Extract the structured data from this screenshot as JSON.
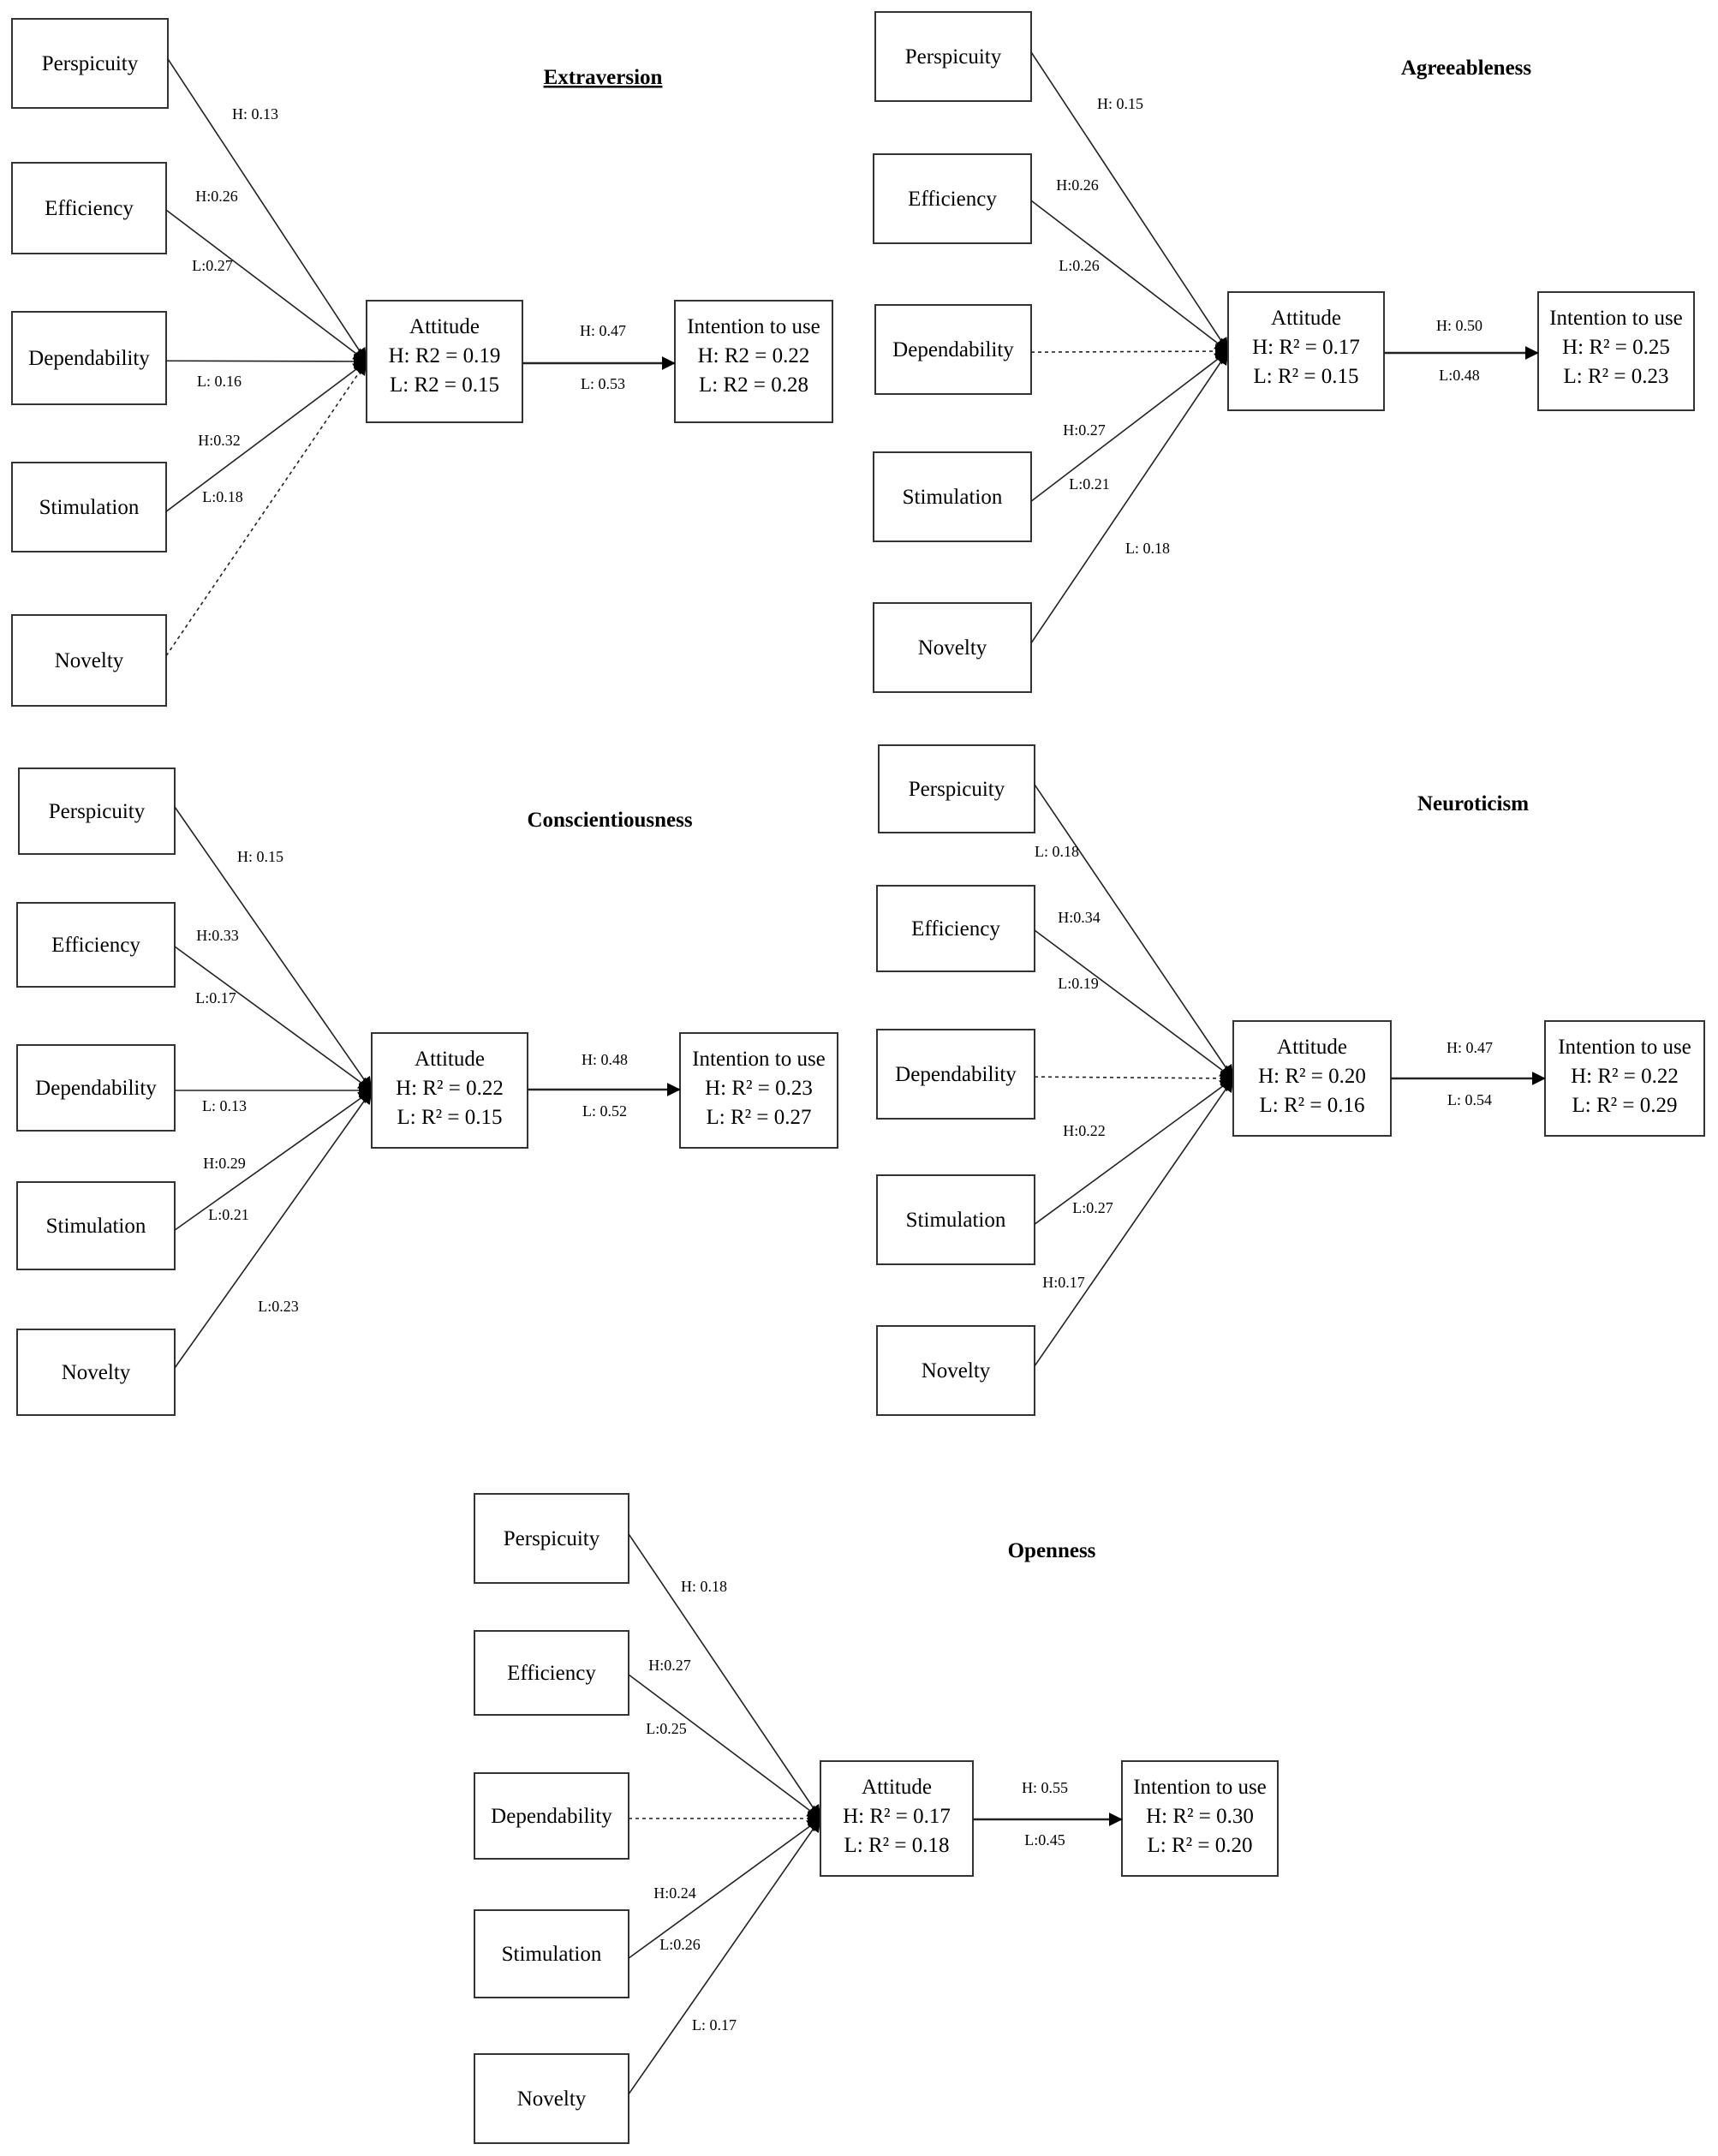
{
  "panels": [
    {
      "title": "Extraversion",
      "predictors": [
        "Perspicuity",
        "Efficiency",
        "Dependability",
        "Stimulation",
        "Novelty"
      ],
      "attitude": {
        "label": "Attitude",
        "h": "H: R2 = 0.19",
        "l": "L: R2 = 0.15"
      },
      "intention": {
        "label": "Intention to use",
        "h": "H: R2 = 0.22",
        "l": "L: R2 = 0.28"
      },
      "edges": [
        {
          "from": "Perspicuity",
          "labels": [
            "H: 0.13"
          ],
          "significant": true
        },
        {
          "from": "Efficiency",
          "labels": [
            "H:0.26",
            "L:0.27"
          ],
          "significant": true
        },
        {
          "from": "Dependability",
          "labels": [
            "L: 0.16"
          ],
          "significant": true
        },
        {
          "from": "Stimulation",
          "labels": [
            "H:0.32",
            "L:0.18"
          ],
          "significant": true
        },
        {
          "from": "Novelty",
          "labels": [],
          "significant": false
        }
      ],
      "attitude_to_intention": [
        "H: 0.47",
        "L: 0.53"
      ]
    },
    {
      "title": "Agreeableness",
      "predictors": [
        "Perspicuity",
        "Efficiency",
        "Dependability",
        "Stimulation",
        "Novelty"
      ],
      "attitude": {
        "label": "Attitude",
        "h": "H: R² = 0.17",
        "l": "L: R² = 0.15"
      },
      "intention": {
        "label": "Intention to use",
        "h": "H: R² = 0.25",
        "l": "L: R² = 0.23"
      },
      "edges": [
        {
          "from": "Perspicuity",
          "labels": [
            "H: 0.15"
          ],
          "significant": true
        },
        {
          "from": "Efficiency",
          "labels": [
            "H:0.26",
            "L:0.26"
          ],
          "significant": true
        },
        {
          "from": "Dependability",
          "labels": [],
          "significant": false
        },
        {
          "from": "Stimulation",
          "labels": [
            "H:0.27",
            "L:0.21"
          ],
          "significant": true
        },
        {
          "from": "Novelty",
          "labels": [
            "L: 0.18"
          ],
          "significant": true
        }
      ],
      "attitude_to_intention": [
        "H: 0.50",
        "L:0.48"
      ]
    },
    {
      "title": "Conscientiousness",
      "predictors": [
        "Perspicuity",
        "Efficiency",
        "Dependability",
        "Stimulation",
        "Novelty"
      ],
      "attitude": {
        "label": "Attitude",
        "h": "H: R² = 0.22",
        "l": "L: R² = 0.15"
      },
      "intention": {
        "label": "Intention to use",
        "h": "H: R² = 0.23",
        "l": "L: R² = 0.27"
      },
      "edges": [
        {
          "from": "Perspicuity",
          "labels": [
            "H: 0.15"
          ],
          "significant": true
        },
        {
          "from": "Efficiency",
          "labels": [
            "H:0.33",
            "L:0.17"
          ],
          "significant": true
        },
        {
          "from": "Dependability",
          "labels": [
            "L: 0.13"
          ],
          "significant": true
        },
        {
          "from": "Stimulation",
          "labels": [
            "H:0.29",
            "L:0.21"
          ],
          "significant": true
        },
        {
          "from": "Novelty",
          "labels": [
            "L:0.23"
          ],
          "significant": true
        }
      ],
      "attitude_to_intention": [
        "H: 0.48",
        "L: 0.52"
      ]
    },
    {
      "title": "Neuroticism",
      "predictors": [
        "Perspicuity",
        "Efficiency",
        "Dependability",
        "Stimulation",
        "Novelty"
      ],
      "attitude": {
        "label": "Attitude",
        "h": "H: R² = 0.20",
        "l": "L: R² = 0.16"
      },
      "intention": {
        "label": "Intention to use",
        "h": "H: R² = 0.22",
        "l": "L: R² = 0.29"
      },
      "edges": [
        {
          "from": "Perspicuity",
          "labels": [
            "L: 0.18"
          ],
          "significant": true
        },
        {
          "from": "Efficiency",
          "labels": [
            "H:0.34",
            "L:0.19"
          ],
          "significant": true
        },
        {
          "from": "Dependability",
          "labels": [],
          "significant": false
        },
        {
          "from": "Stimulation",
          "labels": [
            "H:0.22",
            "L:0.27"
          ],
          "significant": true
        },
        {
          "from": "Novelty",
          "labels": [
            "H:0.17"
          ],
          "significant": true
        }
      ],
      "attitude_to_intention": [
        "H: 0.47",
        "L: 0.54"
      ]
    },
    {
      "title": "Openness",
      "predictors": [
        "Perspicuity",
        "Efficiency",
        "Dependability",
        "Stimulation",
        "Novelty"
      ],
      "attitude": {
        "label": "Attitude",
        "h": "H: R² = 0.17",
        "l": "L: R² = 0.18"
      },
      "intention": {
        "label": "Intention to use",
        "h": "H: R² = 0.30",
        "l": "L: R² = 0.20"
      },
      "edges": [
        {
          "from": "Perspicuity",
          "labels": [
            "H: 0.18"
          ],
          "significant": true
        },
        {
          "from": "Efficiency",
          "labels": [
            "H:0.27",
            "L:0.25"
          ],
          "significant": true
        },
        {
          "from": "Dependability",
          "labels": [],
          "significant": false
        },
        {
          "from": "Stimulation",
          "labels": [
            "H:0.24",
            "L:0.26"
          ],
          "significant": true
        },
        {
          "from": "Novelty",
          "labels": [
            "L: 0.17"
          ],
          "significant": true
        }
      ],
      "attitude_to_intention": [
        "H: 0.55",
        "L:0.45"
      ]
    }
  ]
}
